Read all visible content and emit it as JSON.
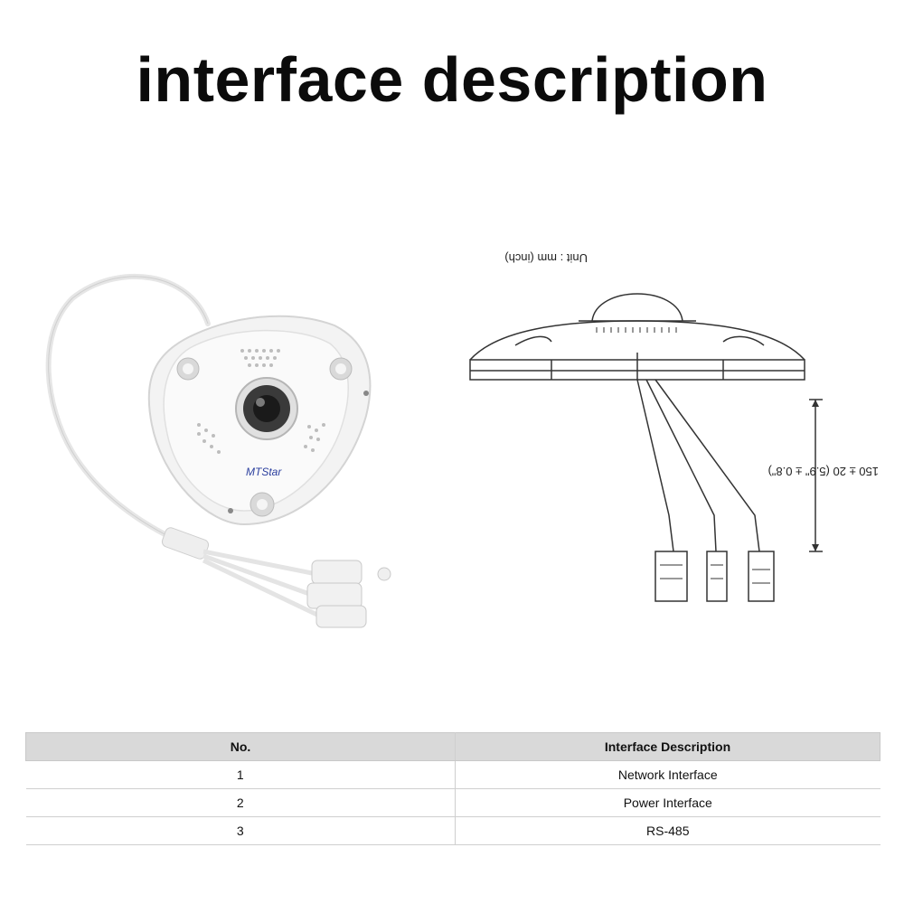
{
  "title": "interface description",
  "drawing": {
    "unit_label": "Unit : mm (inch)",
    "dimension_label": "150 ± 20 (5.9\" ± 0.8\")"
  },
  "photo": {
    "brand": "MTStar"
  },
  "table": {
    "headers": [
      "No.",
      "Interface Description"
    ],
    "rows": [
      [
        "1",
        "Network Interface"
      ],
      [
        "2",
        "Power Interface"
      ],
      [
        "3",
        "RS-485"
      ]
    ]
  }
}
